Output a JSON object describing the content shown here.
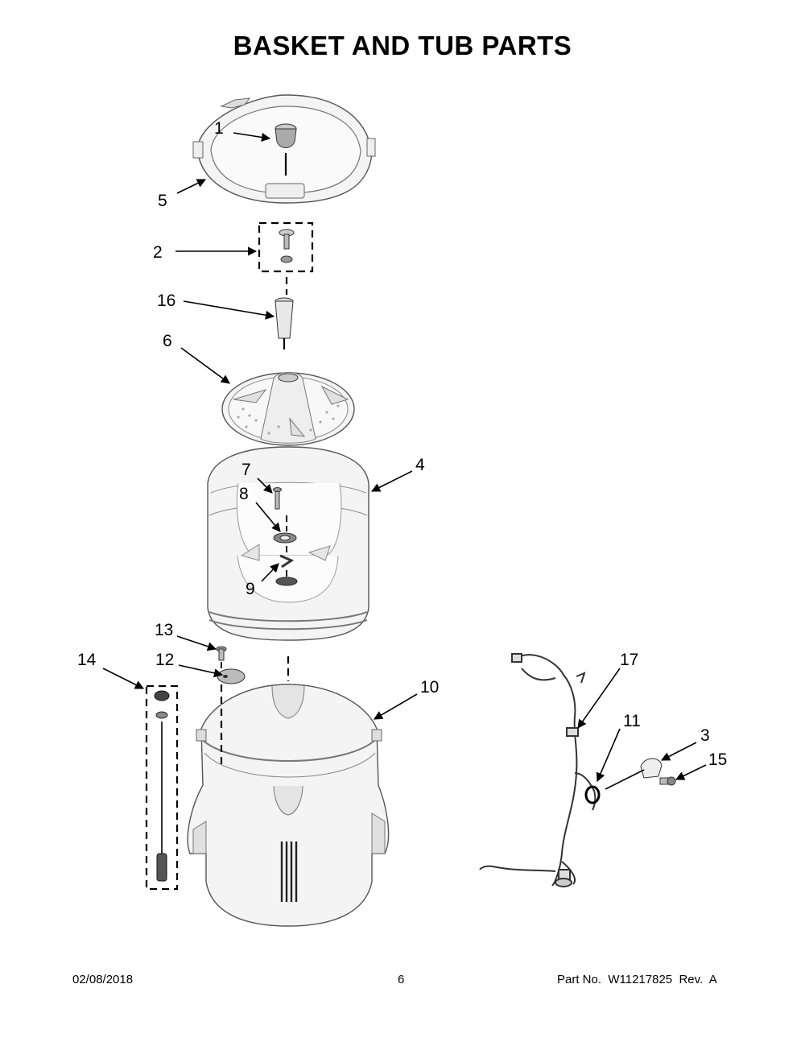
{
  "title": "BASKET AND TUB PARTS",
  "callouts": {
    "c1": "1",
    "c2": "2",
    "c3": "3",
    "c4": "4",
    "c5": "5",
    "c6": "6",
    "c7": "7",
    "c8": "8",
    "c9": "9",
    "c10": "10",
    "c11": "11",
    "c12": "12",
    "c13": "13",
    "c14": "14",
    "c15": "15",
    "c16": "16",
    "c17": "17"
  },
  "footer": {
    "date": "02/08/2018",
    "page": "6",
    "part_no": "Part No.  W11217825  Rev.  A"
  }
}
